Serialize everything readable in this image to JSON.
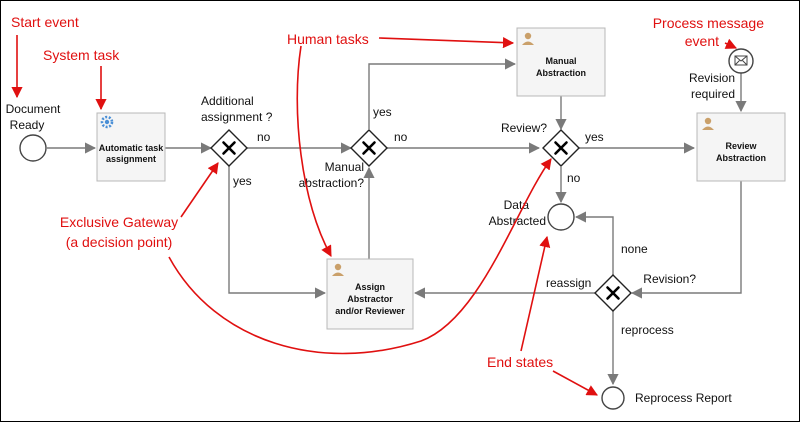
{
  "colors": {
    "annotation": "#e01010",
    "flow": "#7a7a7a",
    "task_fill": "#f5f5f5",
    "gear": "#4a8fd6",
    "person": "#caa06a"
  },
  "events": {
    "start": "Document Ready",
    "message": "Revision required",
    "end_data": "Data Abstracted",
    "end_report": "Reprocess Report"
  },
  "tasks": {
    "auto": "Automatic task assignment",
    "manual": "Manual Abstraction",
    "review": "Review Abstraction",
    "assign": "Assign Abstractor and/or Reviewer"
  },
  "gateways": {
    "additional": "Additional assignment ?",
    "manual": "Manual abstraction?",
    "review": "Review?",
    "revision": "Revision?"
  },
  "flow_labels": {
    "no_1": "no",
    "yes_1": "yes",
    "yes_2": "yes",
    "no_2": "no",
    "yes_3": "yes",
    "no_3": "no",
    "none": "none",
    "reassign": "reassign",
    "reprocess": "reprocess"
  },
  "annotations": {
    "start_event": "Start event",
    "system_task": "System task",
    "human_tasks": "Human tasks",
    "process_message": "Process message event",
    "exclusive_gateway": "Exclusive Gateway (a decision point)",
    "end_states": "End states"
  }
}
